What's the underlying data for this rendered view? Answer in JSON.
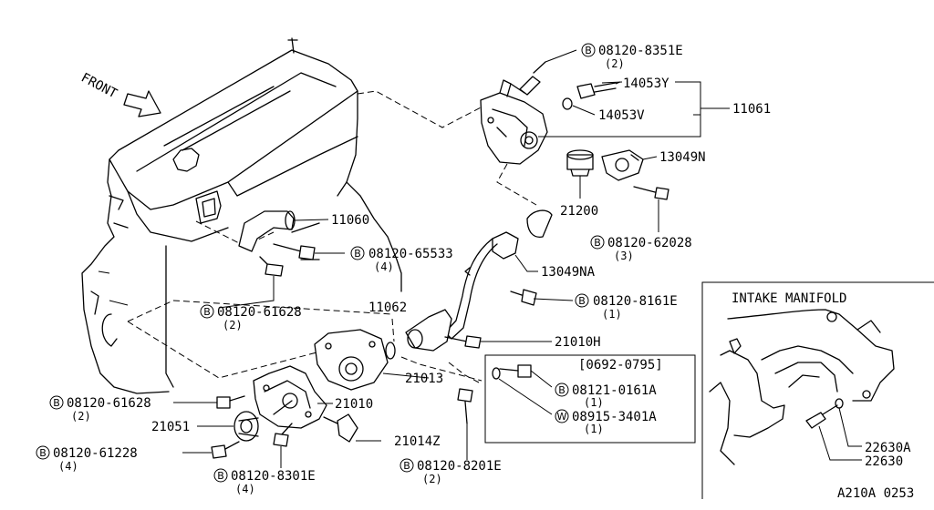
{
  "diagram": {
    "front_label": "FRONT",
    "intake_title": "INTAKE MANIFOLD",
    "date_range": "[0692-0795]",
    "page_code": "A210A 0253",
    "bolt_prefix": "B",
    "washer_prefix": "W",
    "parts": {
      "p_8351e": "08120-8351E",
      "p_8351e_qty": "(2)",
      "p_14053y": "14053Y",
      "p_14053v": "14053V",
      "p_11061": "11061",
      "p_13049n": "13049N",
      "p_21200": "21200",
      "p_62028": "08120-62028",
      "p_62028_qty": "(3)",
      "p_11060": "11060",
      "p_65533": "08120-65533",
      "p_65533_qty": "(4)",
      "p_13049na": "13049NA",
      "p_8161e": "08120-8161E",
      "p_8161e_qty": "(1)",
      "p_61628a": "08120-61628",
      "p_61628a_qty": "(2)",
      "p_11062": "11062",
      "p_21010h": "21010H",
      "p_21013": "21013",
      "p_0161a": "08121-0161A",
      "p_0161a_qty": "(1)",
      "p_61628b": "08120-61628",
      "p_61628b_qty": "(2)",
      "p_21010": "21010",
      "p_3401a": "08915-3401A",
      "p_3401a_qty": "(1)",
      "p_21051": "21051",
      "p_21014z": "21014Z",
      "p_61228": "08120-61228",
      "p_61228_qty": "(4)",
      "p_8201e": "08120-8201E",
      "p_8201e_qty": "(2)",
      "p_8301e": "08120-8301E",
      "p_8301e_qty": "(4)",
      "p_22630a": "22630A",
      "p_22630": "22630"
    }
  }
}
